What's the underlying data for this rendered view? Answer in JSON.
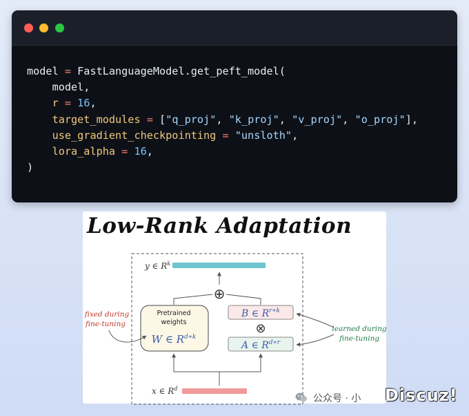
{
  "window_controls": {
    "close_color": "#ff5f57",
    "minimize_color": "#febc2e",
    "maximize_color": "#28c840"
  },
  "code": {
    "line1": {
      "lhs": "model",
      "eq": " = ",
      "call": "FastLanguageModel.get_peft_model("
    },
    "line2": {
      "text": "    model,"
    },
    "line3": {
      "indent": "    ",
      "key": "r",
      "eq": " = ",
      "value": "16",
      "end": ","
    },
    "line4": {
      "indent": "    ",
      "key": "target_modules",
      "eq": " = ",
      "open": "[",
      "items": [
        "\"q_proj\"",
        "\"k_proj\"",
        "\"v_proj\"",
        "\"o_proj\""
      ],
      "sep": ", ",
      "close": "],"
    },
    "line5": {
      "indent": "    ",
      "key": "use_gradient_checkpointing",
      "eq": " = ",
      "value": "\"unsloth\"",
      "end": ","
    },
    "line6": {
      "indent": "    ",
      "key": "lora_alpha",
      "eq": " = ",
      "value": "16",
      "end": ","
    },
    "line7": {
      "text": ")"
    }
  },
  "figure": {
    "title": "Low-Rank Adaptation",
    "output_label": "y ∈ R",
    "output_sup": "k",
    "input_label": "x ∈ R",
    "input_sup": "d",
    "pretrained_line1": "Pretrained",
    "pretrained_line2": "weights",
    "w_label": "W ∈ R",
    "w_sup": "d∗k",
    "b_label": "B ∈ R",
    "b_sup": "r∗k",
    "a_label": "A ∈ R",
    "a_sup": "d∗r",
    "plus_symbol": "⊕",
    "times_symbol": "⊗",
    "frozen_note_line1": "fixed during",
    "frozen_note_line2": "fine-tuning",
    "trained_note_line1": "learned during",
    "trained_note_line2": "fine-tuning",
    "colors": {
      "output_bar": "#6cc5cf",
      "input_bar": "#f29a9a",
      "frozen_box_fill": "#fdf7e6",
      "lora_box_fill": "#eaf4ee",
      "b_box_fill": "#fbe9e9",
      "frozen_note": "#c0392b",
      "trained_note": "#1e7a4c",
      "math_blue": "#3b5ba9"
    }
  },
  "watermark": {
    "text": "公众号 · 小",
    "brand": "Discuz!"
  }
}
